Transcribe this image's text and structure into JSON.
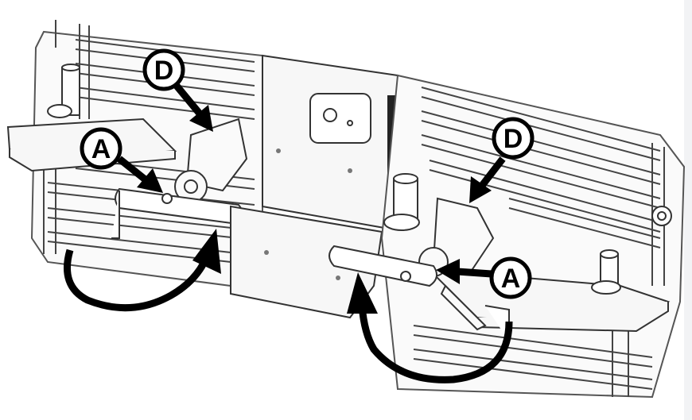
{
  "callouts": {
    "d_left": "D",
    "a_left": "A",
    "d_right": "D",
    "a_right": "A"
  },
  "colors": {
    "line": "#1a1a1a",
    "light_line": "#8a8a8a",
    "fill": "#f4f4f4",
    "arrow": "#000000"
  }
}
